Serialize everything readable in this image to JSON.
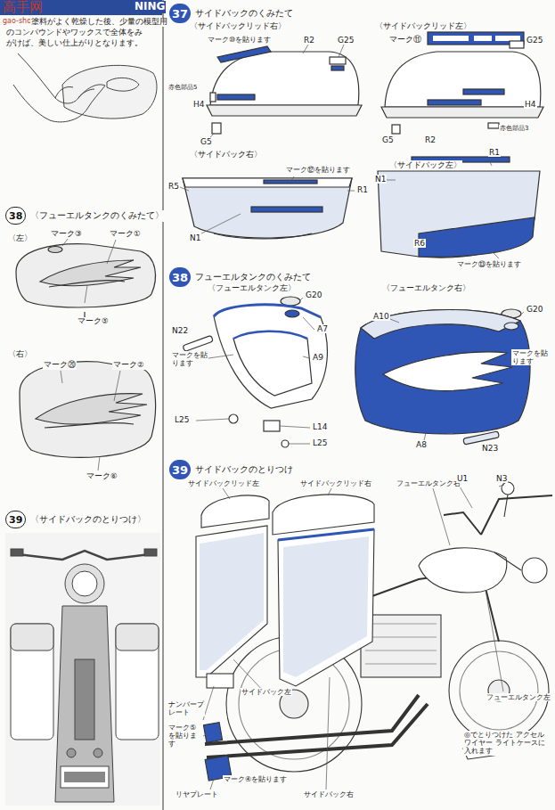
{
  "diagram": {
    "nodes": [
      {
        "text": [
          "38",
          "〈フューエルタンクのくみたて〉"
        ]
      },
      {
        "text": [
          "39",
          "〈サイドバックのとりつけ〉"
        ]
      },
      {
        "text": [
          "37",
          "サイドバックのくみたて"
        ]
      },
      {
        "text": [
          "38",
          "フューエルタンクのくみたて"
        ]
      },
      {
        "text": [
          "39",
          "サイドバックのとりつけ"
        ]
      }
    ],
    "labels": [
      "高手网",
      "gao-shou.com",
      "NING",
      "塗料がよく乾燥した後、少量の模型用",
      "のコンパウンドやワックスで全体をみ",
      "がけば、美しい仕上がりとなります。",
      "〈左〉",
      "マーク③",
      "マーク①",
      "マーク⑤",
      "〈右〉",
      "マーク⑳",
      "マーク②",
      "マーク⑥",
      "〈サイドバックリッド右〉",
      "マーク⑩を貼ります",
      "R2",
      "G25",
      "赤色部品5",
      "H4",
      "G5",
      "〈サイドバックリッド左〉",
      "マーク⑪",
      "G25",
      "H4",
      "G5",
      "R2",
      "赤色部品3",
      "〈サイドバック右〉",
      "マーク⑫を貼ります",
      "R5",
      "R1",
      "N1",
      "〈サイドバック左〉",
      "R1",
      "N1",
      "R6",
      "マーク⑬を貼ります",
      "〈フューエルタンク左〉",
      "G20",
      "N22",
      "A7",
      "マークを貼ります",
      "A9",
      "L25",
      "L14",
      "L25",
      "〈フューエルタンク右〉",
      "A10",
      "G20",
      "マークを貼ります",
      "A8",
      "N23",
      "サイドバックリッド左",
      "サイドバックリッド右",
      "フューエルタンク右",
      "U1",
      "N3",
      "サイドバック左",
      "ナンバープレート",
      "マーク⑤を貼ります",
      "リヤプレート",
      "マーク④を貼ります",
      "サイドバック右",
      "フューエルタンク左",
      "◎でとりつけた アクセルワイヤー ライトケースに入れます"
    ]
  }
}
